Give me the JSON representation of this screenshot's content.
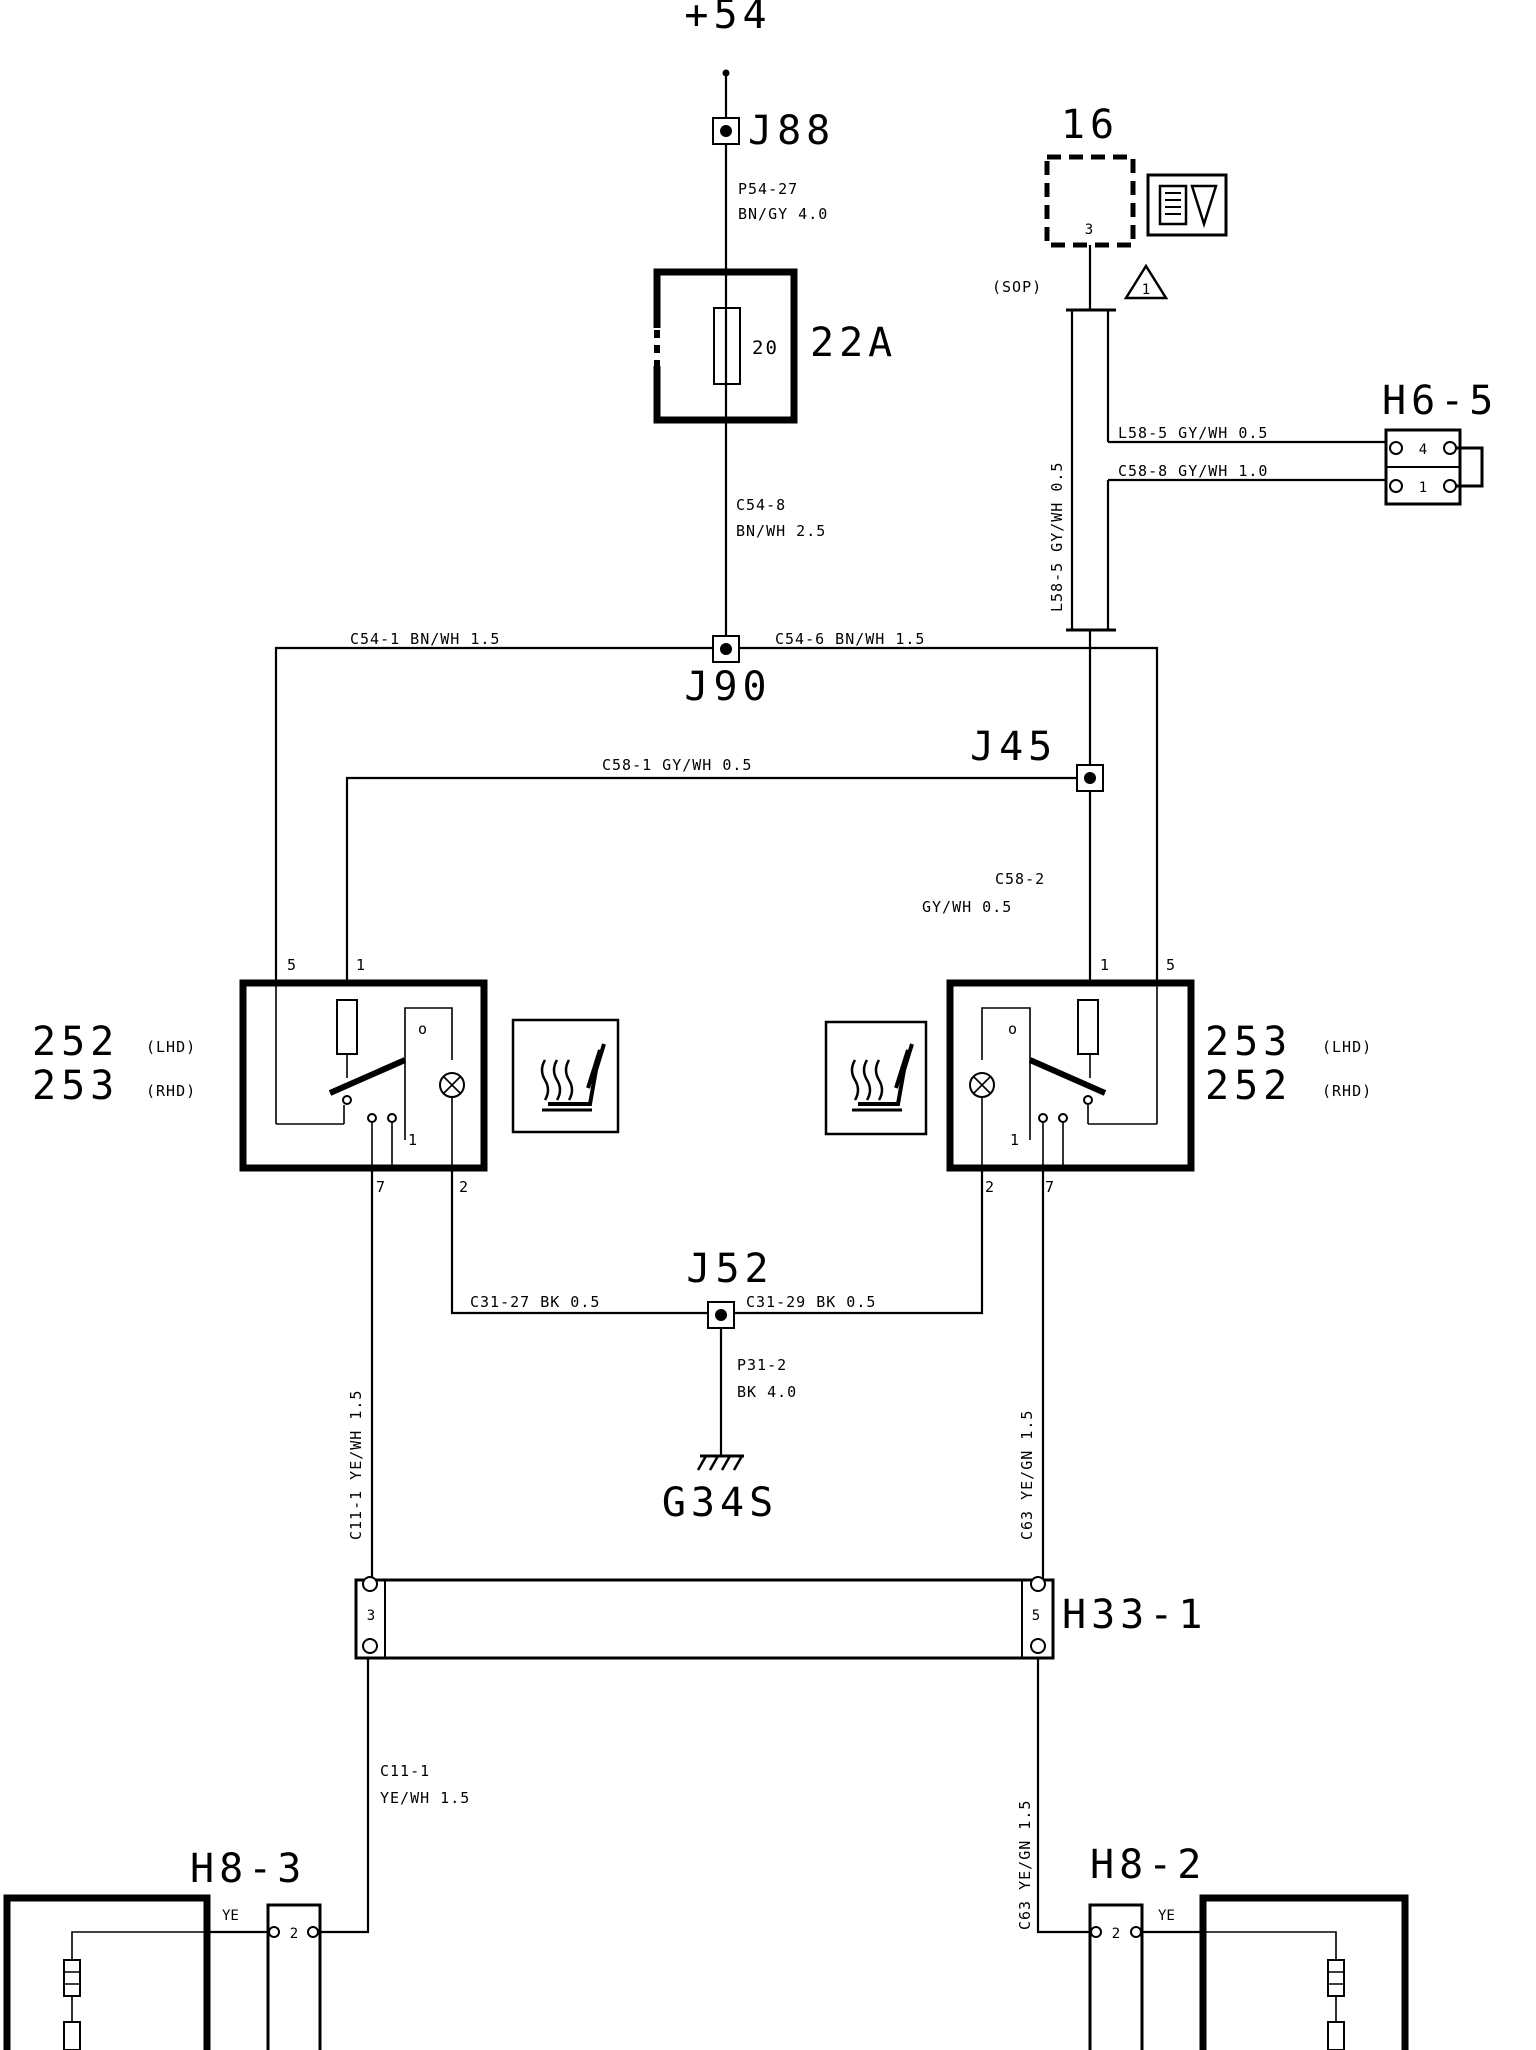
{
  "diagram": {
    "supply": "+54",
    "splices": {
      "j88": "J88",
      "j90": "J90",
      "j45": "J45",
      "j52": "J52"
    },
    "ground": "G34S",
    "fuse": {
      "label": "22A",
      "rating": "20"
    },
    "component_16": {
      "label": "16",
      "pin": "3",
      "note": "(SOP)",
      "warning": "1"
    },
    "connectors": {
      "h6_5": {
        "label": "H6-5",
        "pins": [
          "4",
          "1"
        ]
      },
      "h33_1": {
        "label": "H33-1",
        "pin_left": "3",
        "pin_right": "5"
      },
      "h8_3": {
        "label": "H8-3",
        "pin": "2",
        "color": "YE"
      },
      "h8_2": {
        "label": "H8-2",
        "pin": "2",
        "color": "YE"
      }
    },
    "switch_left": {
      "label_1": "252",
      "tag_1": "(LHD)",
      "label_2": "253",
      "tag_2": "(RHD)",
      "pins": {
        "p5": "5",
        "p1": "1",
        "p7": "7",
        "p2": "2",
        "inner": "1",
        "o": "o"
      }
    },
    "switch_right": {
      "label_1": "253",
      "tag_1": "(LHD)",
      "label_2": "252",
      "tag_2": "(RHD)",
      "pins": {
        "p1": "1",
        "p5": "5",
        "p2": "2",
        "p7": "7",
        "inner": "1",
        "o": "o"
      }
    },
    "wires": {
      "p54_27_a": "P54-27",
      "p54_27_b": "BN/GY 4.0",
      "c54_8_a": "C54-8",
      "c54_8_b": "BN/WH 2.5",
      "c54_1": "C54-1 BN/WH  1.5",
      "c54_6": "C54-6 BN/WH  1.5",
      "l58_5_vert": "L58-5  GY/WH  0.5",
      "l58_5_h": "L58-5 GY/WH 0.5",
      "c58_8": "C58-8 GY/WH 1.0",
      "c58_1": "C58-1 GY/WH  0.5",
      "c58_2_a": "C58-2",
      "c58_2_b": "GY/WH  0.5",
      "c31_27": "C31-27 BK  0.5",
      "c31_29": "C31-29 BK  0.5",
      "p31_2_a": "P31-2",
      "p31_2_b": "BK 4.0",
      "c11_1_vert": "C11-1  YE/WH  1.5",
      "c63_vert": "C63  YE/GN  1.5",
      "c11_1_a": "C11-1",
      "c11_1_b": "YE/WH 1.5",
      "c63_vert_lower": "C63  YE/GN  1.5"
    }
  }
}
